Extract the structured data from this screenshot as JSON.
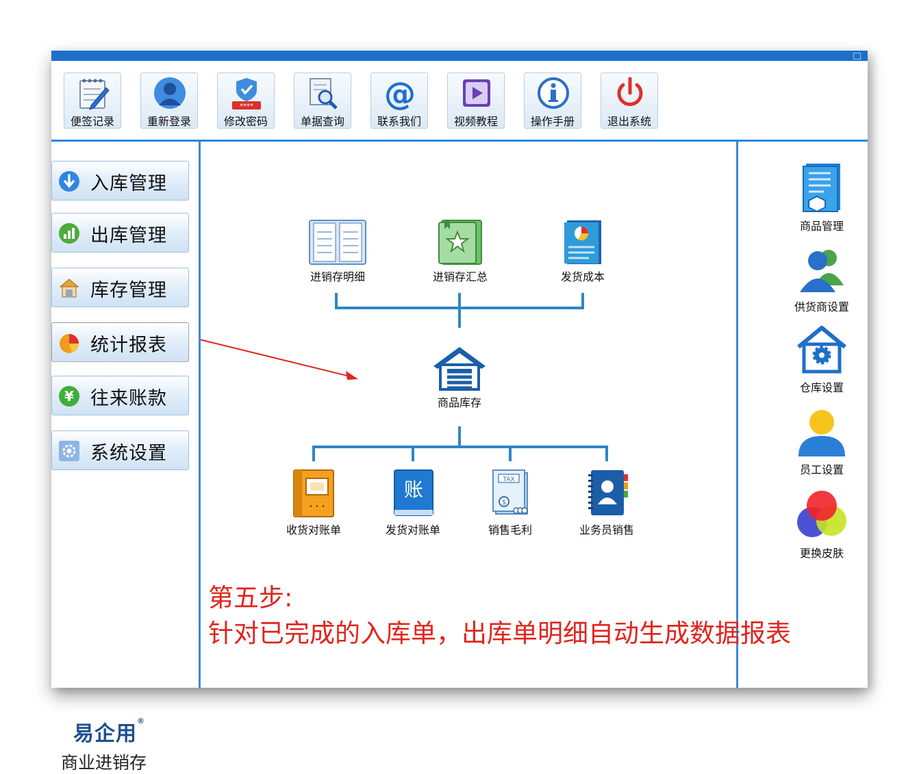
{
  "toolbar": {
    "buttons": [
      {
        "label": "便签记录",
        "icon": "notepad-icon"
      },
      {
        "label": "重新登录",
        "icon": "user-icon"
      },
      {
        "label": "修改密码",
        "icon": "shield-password-icon"
      },
      {
        "label": "单据查询",
        "icon": "document-search-icon"
      },
      {
        "label": "联系我们",
        "icon": "at-sign-icon"
      },
      {
        "label": "视频教程",
        "icon": "video-play-icon"
      },
      {
        "label": "操作手册",
        "icon": "info-icon"
      },
      {
        "label": "退出系统",
        "icon": "power-icon"
      }
    ]
  },
  "sidebar": {
    "items": [
      {
        "label": "入库管理",
        "icon": "arrow-down-circle-icon"
      },
      {
        "label": "出库管理",
        "icon": "bar-chart-circle-icon"
      },
      {
        "label": "库存管理",
        "icon": "warehouse-icon"
      },
      {
        "label": "统计报表",
        "icon": "pie-chart-icon",
        "active": true
      },
      {
        "label": "往来账款",
        "icon": "yen-circle-icon"
      },
      {
        "label": "系统设置",
        "icon": "gear-icon"
      }
    ],
    "brand": {
      "logo": "易企用",
      "reg": "®",
      "subtitle": "商业进销存"
    }
  },
  "center": {
    "top_nodes": [
      {
        "label": "进销存明细",
        "icon": "open-book-icon"
      },
      {
        "label": "进销存汇总",
        "icon": "star-book-icon"
      },
      {
        "label": "发货成本",
        "icon": "pie-document-icon"
      }
    ],
    "hub": {
      "label": "商品库存",
      "icon": "warehouse-garage-icon"
    },
    "bottom_nodes": [
      {
        "label": "收货对账单",
        "icon": "orange-ledger-icon"
      },
      {
        "label": "发货对账单",
        "icon": "account-book-icon"
      },
      {
        "label": "销售毛利",
        "icon": "tax-document-icon"
      },
      {
        "label": "业务员销售",
        "icon": "contact-book-icon"
      }
    ]
  },
  "annotation": {
    "step": "第五步:",
    "text": "针对已完成的入库单，出库单明细自动生成数据报表"
  },
  "right_panel": {
    "items": [
      {
        "label": "商品管理",
        "icon": "product-list-icon"
      },
      {
        "label": "供货商设置",
        "icon": "supplier-users-icon"
      },
      {
        "label": "仓库设置",
        "icon": "warehouse-settings-icon"
      },
      {
        "label": "员工设置",
        "icon": "employee-icon"
      },
      {
        "label": "更换皮肤",
        "icon": "color-circles-icon"
      }
    ]
  },
  "colors": {
    "accent": "#2f86d6",
    "title_bar": "#1e6fc9",
    "annotation": "#e0251d",
    "connector": "#2f86c6"
  }
}
